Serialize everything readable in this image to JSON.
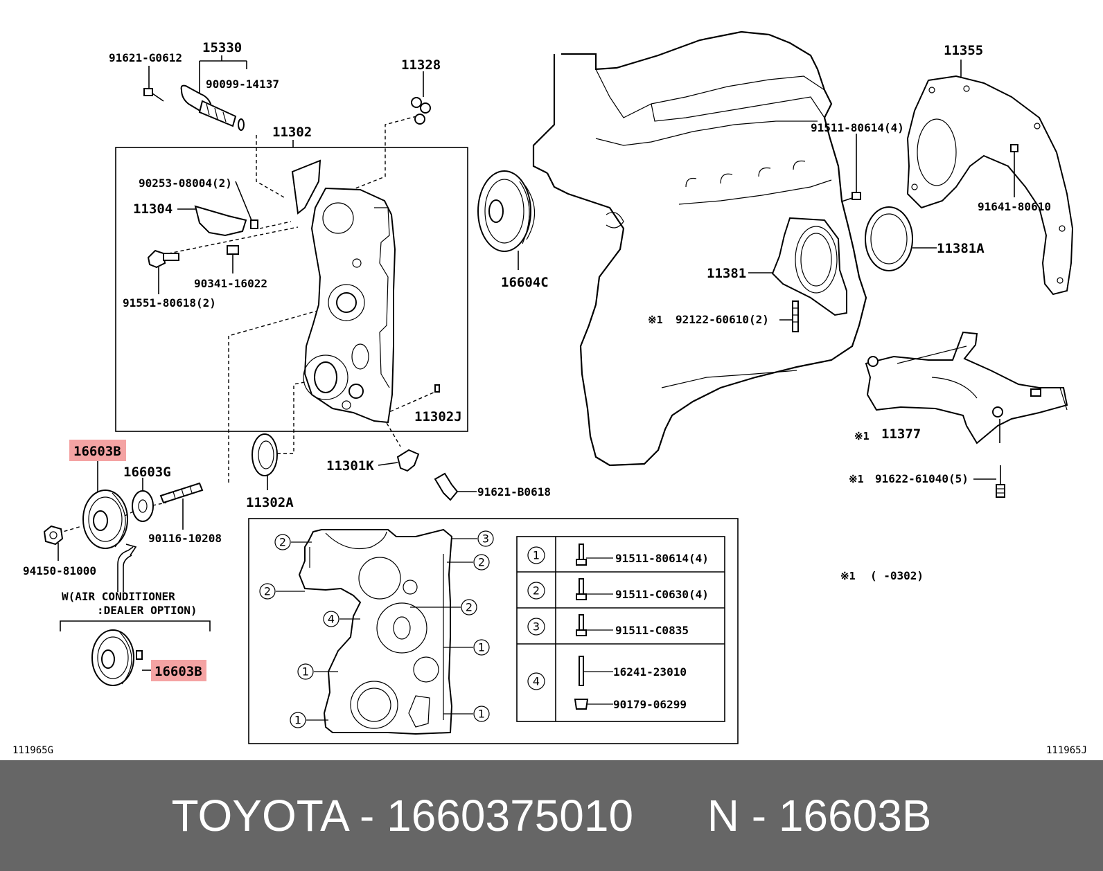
{
  "labels": {
    "p_15330": "15330",
    "p_91621_g0612": "91621-G0612",
    "p_90099_14137": "90099-14137",
    "p_11328": "11328",
    "p_11302": "11302",
    "p_90253_08004": "90253-08004(2)",
    "p_11304": "11304",
    "p_90341_16022": "90341-16022",
    "p_91551_80618": "91551-80618(2)",
    "p_11302j": "11302J",
    "p_16604c": "16604C",
    "p_11355": "11355",
    "p_91511_80614_top": "91511-80614(4)",
    "p_91641_80610": "91641-80610",
    "p_11381a": "11381A",
    "p_11381": "11381",
    "p_92122_60610": "92122-60610(2)",
    "p_11377": "11377",
    "p_91622_61040": "91622-61040(5)",
    "p_16603b_top": "16603B",
    "p_16603g": "16603G",
    "p_90116_10208": "90116-10208",
    "p_94150_81000": "94150-81000",
    "p_11301k": "11301K",
    "p_91621_b0618": "91621-B0618",
    "p_11302a": "11302A",
    "p_16603b_bottom": "16603B",
    "aircon_line1": "W(AIR CONDITIONER",
    "aircon_line2": ":DEALER OPTION)",
    "note_mark": "※1",
    "note_text": "(     -0302)",
    "ref_left": "111965G",
    "ref_right": "111965J"
  },
  "bolt_table": [
    {
      "index": "1",
      "parts": [
        "91511-80614(4)"
      ]
    },
    {
      "index": "2",
      "parts": [
        "91511-C0630(4)"
      ]
    },
    {
      "index": "3",
      "parts": [
        "91511-C0835"
      ]
    },
    {
      "index": "4",
      "parts": [
        "16241-23010",
        "90179-06299"
      ]
    }
  ],
  "cover_callouts": [
    "2",
    "3",
    "2",
    "2",
    "2",
    "4",
    "1",
    "1",
    "1",
    "1"
  ],
  "highlight_color": "#f4a3a3",
  "footer": {
    "brand": "TOYOTA",
    "separator": " - ",
    "part_number": "1660375010",
    "gap": "      ",
    "ref_prefix": "N",
    "ref_code": "16603B",
    "background": "#666666"
  }
}
